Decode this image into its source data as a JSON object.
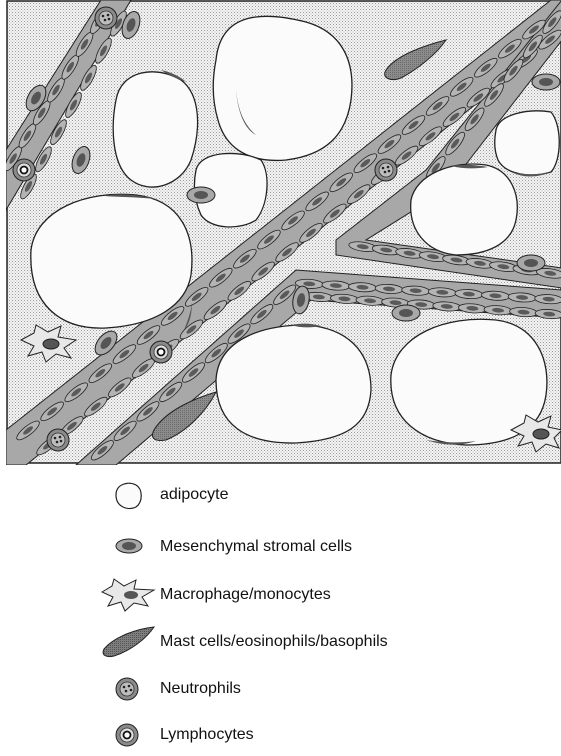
{
  "legend": [
    {
      "icon": "adipocyte-icon",
      "label": "adipocyte"
    },
    {
      "icon": "mesenchymal-stromal-cell-icon",
      "label": "Mesenchymal stromal cells"
    },
    {
      "icon": "macrophage-icon",
      "label": "Macrophage/monocytes"
    },
    {
      "icon": "mast-cell-icon",
      "label": "Mast cells/eosinophils/basophils"
    },
    {
      "icon": "neutrophil-icon",
      "label": "Neutrophils"
    },
    {
      "icon": "lymphocyte-icon",
      "label": "Lymphocytes"
    }
  ],
  "colors": {
    "stroke": "#222222",
    "background-dots": "#bdbdbd",
    "stromal-fill": "#9a9a9a",
    "nucleus-fill": "#5f5f5f",
    "mast-fill": "#555555",
    "adipocyte-fill": "#fbfbfb"
  }
}
